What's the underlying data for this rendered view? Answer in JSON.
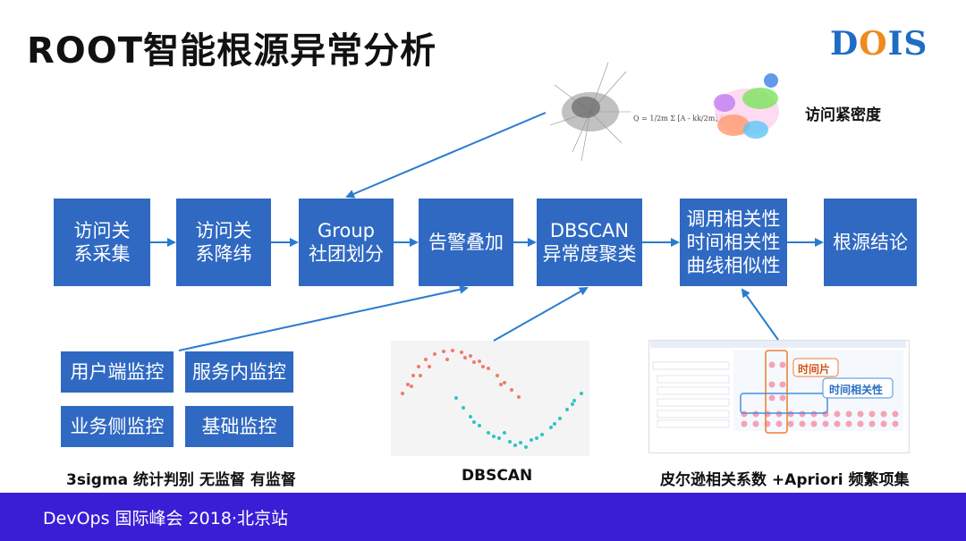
{
  "title": "ROOT智能根源异常分析",
  "logo": {
    "d": "D",
    "o": "O",
    "i": "I",
    "s": "S"
  },
  "density_label": "访问紧密度",
  "flow": [
    {
      "label": "访问关\n系采集"
    },
    {
      "label": "访问关\n系降纬"
    },
    {
      "label": "Group\n社团划分"
    },
    {
      "label": "告警叠加"
    },
    {
      "label": "DBSCAN\n异常度聚类"
    },
    {
      "label": "调用相关性\n时间相关性\n曲线相似性"
    },
    {
      "label": "根源结论"
    }
  ],
  "monitors": [
    "用户端监控",
    "服务内监控",
    "业务侧监控",
    "基础监控"
  ],
  "captions": {
    "left": "3sigma 统计判别 无监督 有监督",
    "middle": "DBSCAN",
    "right": "皮尔逊相关系数 +Apriori 频繁项集"
  },
  "timeline": {
    "slice": "时间片",
    "corr": "时间相关性"
  },
  "footer": "DevOps 国际峰会 2018·北京站",
  "colors": {
    "box": "#2f69c2",
    "footer": "#3a1ed6",
    "arrow": "#2a7bd0",
    "logo_o": "#f08a1c"
  }
}
